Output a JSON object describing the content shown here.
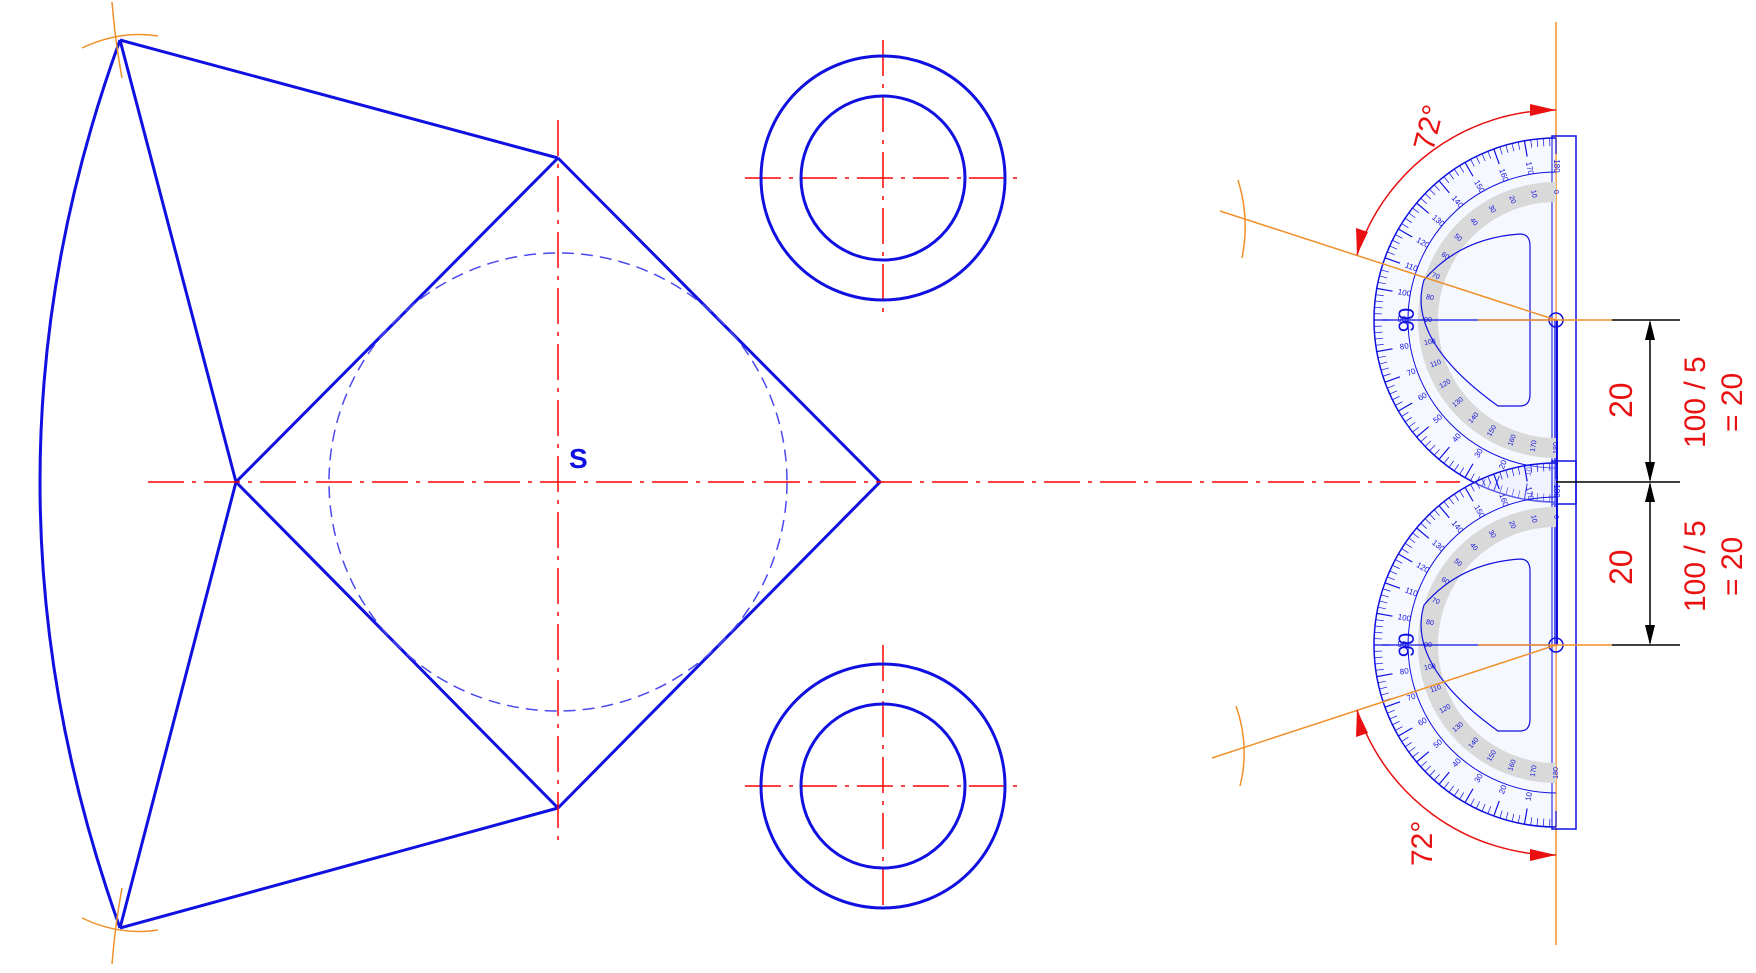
{
  "diagram": {
    "center_label": "S",
    "angle_label_top": "72°",
    "angle_label_bottom": "72°",
    "dim_top_value": "20",
    "dim_top_formula_line1": "100 / 5",
    "dim_top_formula_line2": "= 20",
    "dim_bottom_value": "20",
    "dim_bottom_formula_line1": "100 / 5",
    "dim_bottom_formula_line2": "= 20",
    "protractor_mark_90": "90",
    "protractor_outer_scale": [
      "10",
      "20",
      "30",
      "40",
      "50",
      "60",
      "70",
      "80",
      "90",
      "100",
      "110",
      "120",
      "130",
      "140",
      "150",
      "160",
      "170",
      "180"
    ],
    "protractor_inner_scale": [
      "0",
      "10",
      "20",
      "30",
      "40",
      "50",
      "60",
      "70",
      "80",
      "90",
      "100",
      "110",
      "120",
      "130",
      "140",
      "150",
      "160",
      "170",
      "180"
    ],
    "colors": {
      "outline": "#1010e0",
      "centerline": "#ff0000",
      "construction": "#f0902a",
      "dimension_text": "#e81010"
    }
  }
}
